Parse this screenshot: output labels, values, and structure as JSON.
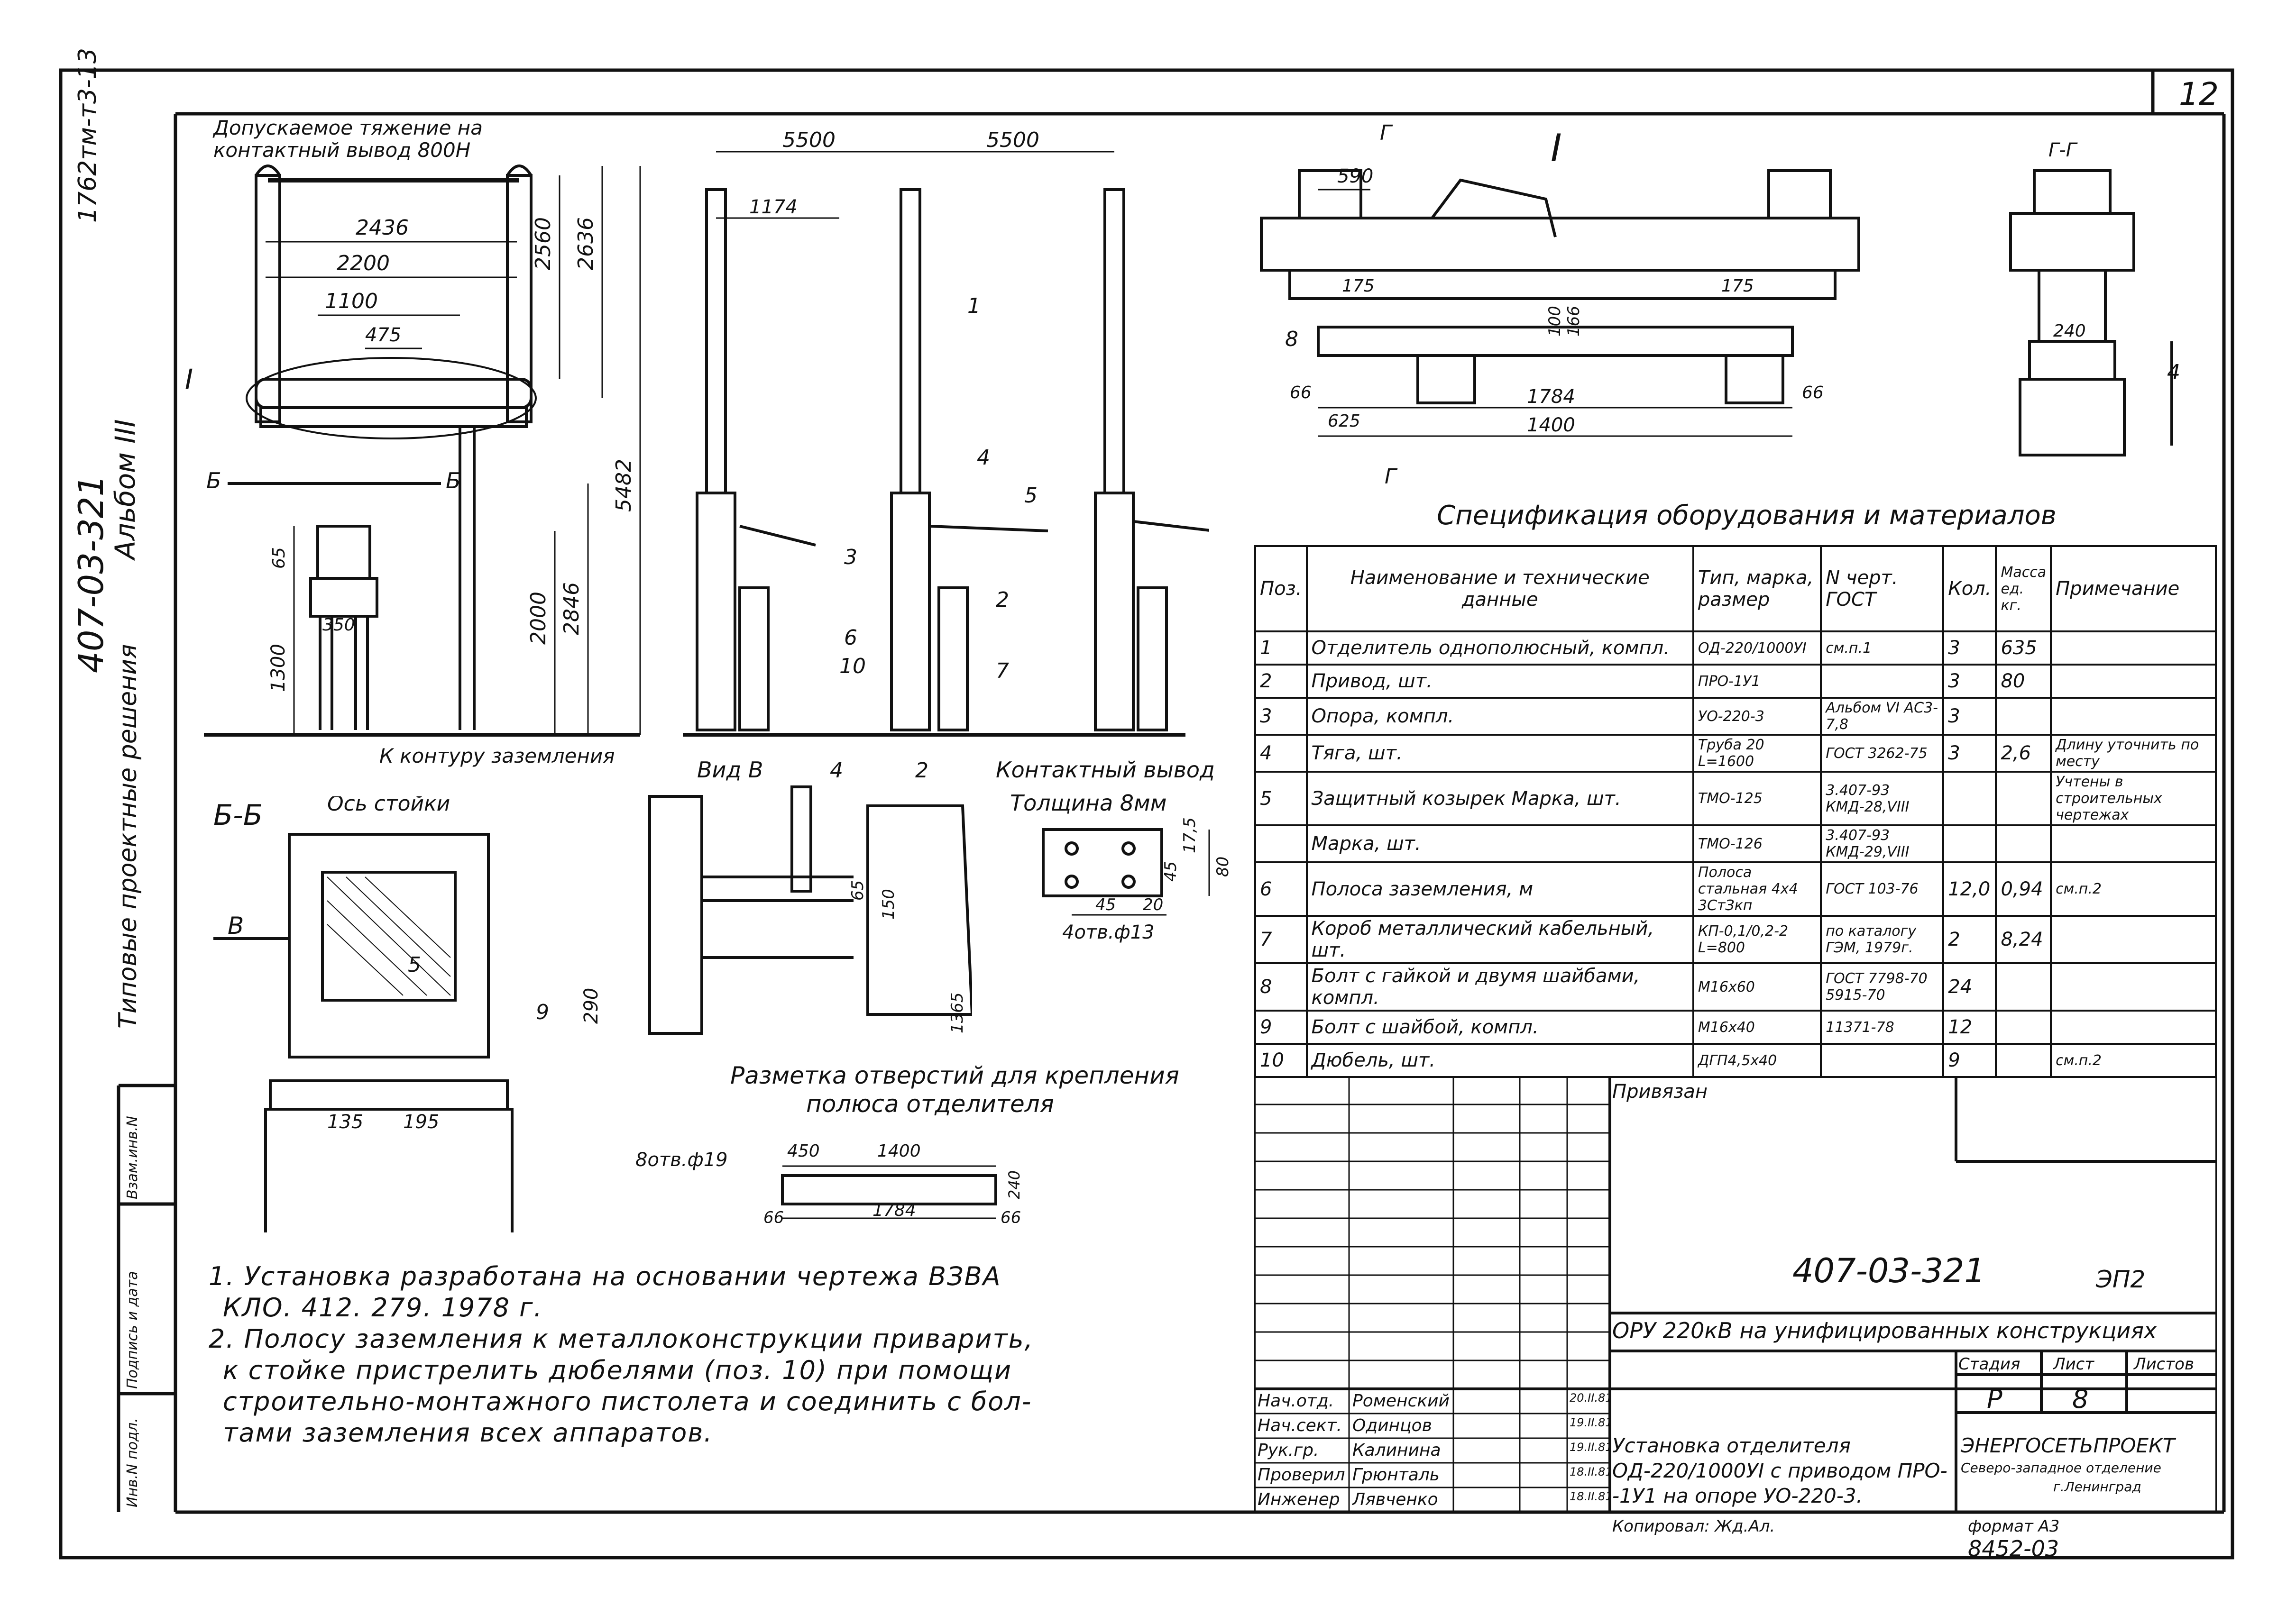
{
  "sheet": {
    "sheet_number": "12",
    "doc_code": "407-03-321",
    "album": "Альбом III",
    "album_code": "1762тм-т3-13",
    "series_note": "Типовые проектные решения",
    "side_labels": [
      "Инв.N подл.",
      "Подпись и дата",
      "Взам.инв.N"
    ]
  },
  "drawing": {
    "top_note": [
      "Допускаемое тяжение на",
      "контактный вывод 800Н"
    ],
    "dims_front": [
      "2436",
      "2200",
      "1100",
      "475",
      "2560",
      "2636",
      "5482",
      "2846",
      "2000",
      "1300",
      "65",
      "350"
    ],
    "view_marker": "I",
    "section_marker": "Б",
    "ground_note": "К контуру заземления",
    "side_dims": [
      "5500",
      "5500",
      "1174"
    ],
    "pos_labels": [
      "1",
      "4",
      "5",
      "3",
      "2",
      "6",
      "10",
      "7"
    ],
    "detail_title": "I",
    "detail_dims": [
      "590",
      "175",
      "175",
      "100",
      "166",
      "66",
      "1784",
      "66",
      "625",
      "1400",
      "240"
    ],
    "detail_pos": [
      "8",
      "4"
    ],
    "section_label": "Г-Г",
    "section_cut": "Г",
    "section_bb": "Б-Б",
    "axis_note": "Ось стойки",
    "bb_dims": [
      "135",
      "195",
      "290"
    ],
    "bb_pos": [
      "5",
      "9"
    ],
    "bb_view": "В",
    "view_b_title": "Вид В",
    "view_b_dims": [
      "65",
      "150",
      "1365"
    ],
    "view_b_pos": [
      "4",
      "2"
    ],
    "contact_title": "Контактный вывод",
    "contact_thickness": "Толщина 8мм",
    "contact_dims": [
      "17,5",
      "45",
      "80",
      "45",
      "20"
    ],
    "contact_holes": "4отв.ф13",
    "holes_title": [
      "Разметка отверстий для крепления",
      "полюса отделителя"
    ],
    "holes_note": "8отв.ф19",
    "holes_dims": [
      "450",
      "1400",
      "240",
      "66",
      "1784",
      "66"
    ]
  },
  "notes": [
    "1. Установка разработана на основании чертежа ВЗВА",
    "КЛО. 412. 279. 1978 г.",
    "2. Полосу заземления к металлоконструкции приварить,",
    "к стойке пристрелить дюбелями (поз. 10) при помощи",
    "строительно-монтажного пистолета и соединить с бол-",
    "тами заземления всех аппаратов."
  ],
  "spec": {
    "title": "Спецификация оборудования и материалов",
    "headers": [
      "Поз.",
      "Наименование и технические данные",
      "Тип, марка, размер",
      "N черт. ГОСТ",
      "Кол.",
      "Масса ед. кг.",
      "Примечание"
    ],
    "rows": [
      {
        "pos": "1",
        "name": "Отделитель однополюсный, компл.",
        "type": "ОД-220/1000УI",
        "gost": "см.п.1",
        "qty": "3",
        "mass": "635",
        "note": ""
      },
      {
        "pos": "2",
        "name": "Привод, шт.",
        "type": "ПРО-1У1",
        "gost": "",
        "qty": "3",
        "mass": "80",
        "note": ""
      },
      {
        "pos": "3",
        "name": "Опора, компл.",
        "type": "УО-220-3",
        "gost": "Альбом VI АС3-7,8",
        "qty": "3",
        "mass": "",
        "note": ""
      },
      {
        "pos": "4",
        "name": "Тяга, шт.",
        "type": "Труба 20 L=1600",
        "gost": "ГОСТ 3262-75",
        "qty": "3",
        "mass": "2,6",
        "note": "Длину уточнить по месту"
      },
      {
        "pos": "5",
        "name": "Защитный козырек Марка, шт.",
        "type": "ТМО-125",
        "gost": "3.407-93 КМД-28,VIII",
        "qty": "",
        "mass": "",
        "note": "Учтены в строительных чертежах"
      },
      {
        "pos": "",
        "name": "Марка, шт.",
        "type": "ТМО-126",
        "gost": "3.407-93 КМД-29,VIII",
        "qty": "",
        "mass": "",
        "note": ""
      },
      {
        "pos": "6",
        "name": "Полоса заземления, м",
        "type": "Полоса стальная 4x4 3СтЗкп",
        "gost": "ГОСТ 103-76",
        "qty": "12,0",
        "mass": "0,94",
        "note": "см.п.2"
      },
      {
        "pos": "7",
        "name": "Короб металлический кабельный, шт.",
        "type": "КП-0,1/0,2-2 L=800",
        "gost": "по каталогу ГЭМ, 1979г.",
        "qty": "2",
        "mass": "8,24",
        "note": ""
      },
      {
        "pos": "8",
        "name": "Болт с гайкой и двумя шайбами, компл.",
        "type": "М16х60",
        "gost": "ГОСТ 7798-70 5915-70",
        "qty": "24",
        "mass": "",
        "note": ""
      },
      {
        "pos": "9",
        "name": "Болт с шайбой, компл.",
        "type": "М16х40",
        "gost": "11371-78",
        "qty": "12",
        "mass": "",
        "note": ""
      },
      {
        "pos": "10",
        "name": "Дюбель, шт.",
        "type": "ДГП4,5х40",
        "gost": "",
        "qty": "9",
        "mass": "",
        "note": "см.п.2"
      }
    ]
  },
  "title_block": {
    "binding": "Привязан",
    "code": "407-03-321",
    "mark": "ЭП2",
    "project": "ОРУ 220кВ на унифицированных конструкциях",
    "stage_label": "Стадия",
    "sheet_label": "Лист",
    "sheets_label": "Листов",
    "stage": "Р",
    "sheet": "8",
    "title": [
      "Установка отделителя",
      "ОД-220/1000УI с приводом ПРО-",
      "-1У1 на опоре УО-220-3."
    ],
    "org": [
      "ЭНЕРГОСЕТЬПРОЕКТ",
      "Северо-западное отделение",
      "г.Ленинград"
    ],
    "people": [
      {
        "role": "Нач.отд.",
        "name": "Роменский",
        "date": "20.II.81"
      },
      {
        "role": "Нач.сект.",
        "name": "Одинцов",
        "date": "19.II.81"
      },
      {
        "role": "Рук.гр.",
        "name": "Калинина",
        "date": "19.II.81"
      },
      {
        "role": "Проверил",
        "name": "Грюнталь",
        "date": "18.II.81"
      },
      {
        "role": "Инженер",
        "name": "Лявченко",
        "date": "18.II.81"
      }
    ],
    "copied": "Копировал: Жд.Ал.",
    "format": "формат А3",
    "inv": "8452-03"
  }
}
